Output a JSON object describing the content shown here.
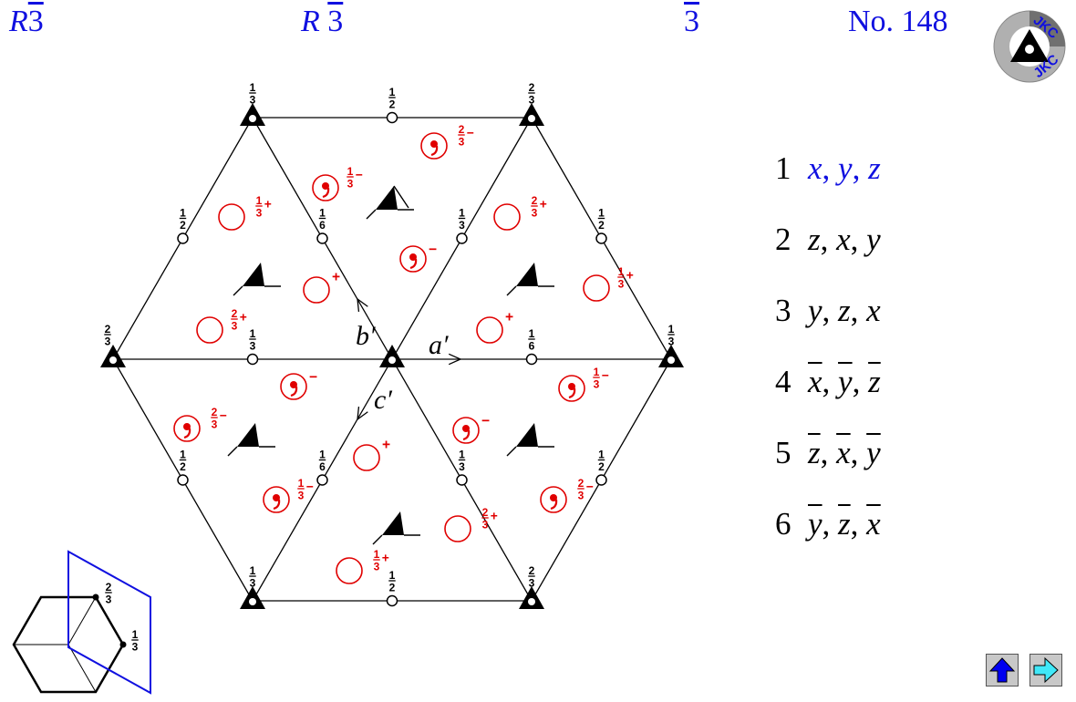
{
  "header": {
    "hm_symbol_letter": "R",
    "hm_symbol_num": "3",
    "full_symbol_letter": "R",
    "full_symbol_num": "3",
    "point_group_num": "3",
    "number_label": "No. 148"
  },
  "logo": {
    "text_top": "JKC",
    "text_bottom": "JKC"
  },
  "axes": {
    "a": "a′",
    "b": "b′",
    "c": "c′"
  },
  "node_labels": {
    "top_left": "1/3",
    "top_mid": "1/2",
    "top_right": "2/3",
    "ul_mid": "1/2",
    "ul_inner": "1/6",
    "ur_inner": "1/3",
    "ur_mid": "1/2",
    "left": "2/3",
    "center_left": "1/3",
    "center_right": "1/6",
    "right": "1/3",
    "ll_mid": "1/2",
    "ll_inner": "1/6",
    "lr_inner": "1/3",
    "lr_mid": "1/2",
    "bot_left": "1/3",
    "bot_mid": "1/2",
    "bot_right": "2/3"
  },
  "positions": {
    "p1": "1/3+",
    "p2": "2/3−",
    "p3": "1/3−",
    "p4": "2/3+",
    "p5": "−",
    "p6": "+",
    "p7": "2/3+",
    "p8": "1/3+",
    "p9": "+",
    "p10": "−",
    "p11": "1/3−",
    "p12": "2/3−",
    "p13": "+",
    "p14": "−",
    "p15": "1/3−",
    "p16": "2/3+",
    "p17": "1/3+",
    "p18": "2/3−"
  },
  "coordinates": [
    {
      "num": "1",
      "a": "x",
      "b": "y",
      "c": "z"
    },
    {
      "num": "2",
      "a": "z",
      "b": "x",
      "c": "y"
    },
    {
      "num": "3",
      "a": "y",
      "b": "z",
      "c": "x"
    },
    {
      "num": "4",
      "a": "x",
      "b": "y",
      "c": "z"
    },
    {
      "num": "5",
      "a": "z",
      "b": "x",
      "c": "y"
    },
    {
      "num": "6",
      "a": "y",
      "b": "z",
      "c": "x"
    }
  ],
  "inset": {
    "label_upper": "2/3",
    "label_lower": "1/3"
  },
  "colors": {
    "blue": "#1010e0",
    "red": "#e00000",
    "black": "#000000",
    "cyan": "#40e8f8"
  },
  "nav": {
    "up_icon": "up-arrow-icon",
    "next_icon": "right-arrow-icon"
  }
}
